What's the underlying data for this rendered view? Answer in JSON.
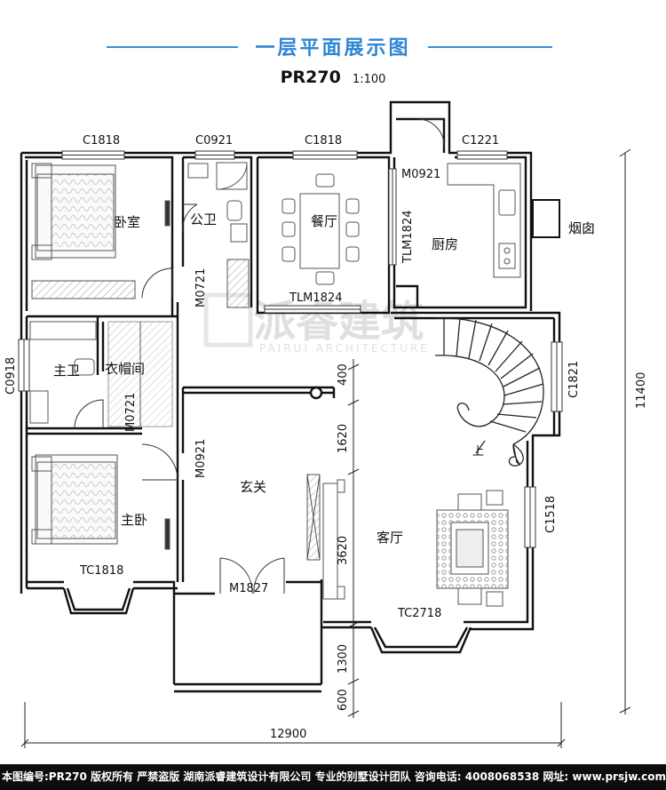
{
  "header": {
    "title": "一层平面展示图",
    "plan_code": "PR270",
    "scale": "1:100",
    "accent_color": "#3a8fd6"
  },
  "watermark": {
    "logo_text": "派睿建筑",
    "logo_sub": "PAIRUI ARCHITECTURE"
  },
  "rooms": {
    "bedroom": "卧室",
    "public_bath": "公卫",
    "dining": "餐厅",
    "kitchen": "厨房",
    "chimney": "烟囱",
    "master_bath": "主卫",
    "closet": "衣帽间",
    "foyer": "玄关",
    "master_bedroom": "主卧",
    "living": "客厅",
    "stair_up": "上"
  },
  "openings": {
    "c1818_a": "C1818",
    "c0921": "C0921",
    "c1818_b": "C1818",
    "m0921_kitchen": "M0921",
    "c1221": "C1221",
    "tlm1824_v": "TLM1824",
    "tlm1824_h": "TLM1824",
    "m0721_a": "M0721",
    "m0721_b": "M0721",
    "c0918": "C0918",
    "m0921_foyer": "M0921",
    "tc1818": "TC1818",
    "m1827": "M1827",
    "c1821": "C1821",
    "c1518": "C1518",
    "tc2718": "TC2718"
  },
  "dimensions": {
    "d400": "400",
    "d1620": "1620",
    "d3620": "3620",
    "d1300": "1300",
    "d600": "600",
    "width_total": "12900",
    "depth_total": "11400"
  },
  "footer": {
    "text": "本图编号:PR270 版权所有 严禁盗版 湖南派睿建筑设计有限公司 专业的别墅设计团队 咨询电话: 4008068538 网址: www.prsjw.com"
  }
}
